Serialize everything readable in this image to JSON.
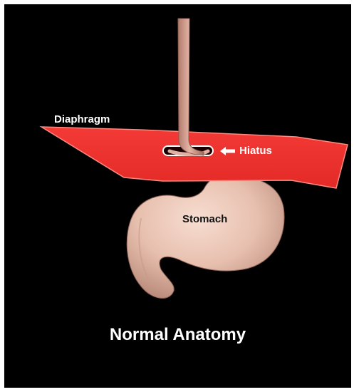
{
  "labels": {
    "diaphragm": "Diaphragm",
    "hiatus": "Hiatus",
    "stomach": "Stomach",
    "title": "Normal Anatomy"
  },
  "colors": {
    "background": "#000000",
    "diaphragm": "#f0312e",
    "stomach": "#e9c4b4",
    "esophagus": "#d9a596",
    "text": "#ffffff"
  }
}
